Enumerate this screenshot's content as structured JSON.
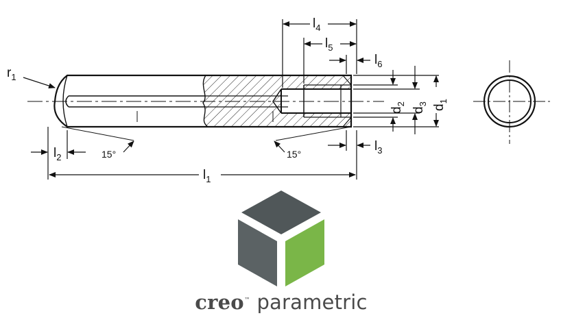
{
  "drawing": {
    "labels": {
      "r1": {
        "main": "r",
        "sub": "1"
      },
      "l1": {
        "main": "l",
        "sub": "1"
      },
      "l2": {
        "main": "l",
        "sub": "2"
      },
      "l3": {
        "main": "l",
        "sub": "3"
      },
      "l4": {
        "main": "l",
        "sub": "4"
      },
      "l5": {
        "main": "l",
        "sub": "5"
      },
      "l6": {
        "main": "l",
        "sub": "6"
      },
      "d1": {
        "main": "d",
        "sub": "1"
      },
      "d2": {
        "main": "d",
        "sub": "2"
      },
      "d3": {
        "main": "d",
        "sub": "3"
      }
    },
    "angle_left": "15°",
    "angle_right": "15°"
  },
  "logo": {
    "colors": {
      "top": "#505759",
      "left": "#5b6264",
      "right": "#7ab648",
      "gap": "#ffffff"
    },
    "brand_word_1": "creo",
    "brand_tm": "™",
    "brand_word_2": "parametric"
  }
}
